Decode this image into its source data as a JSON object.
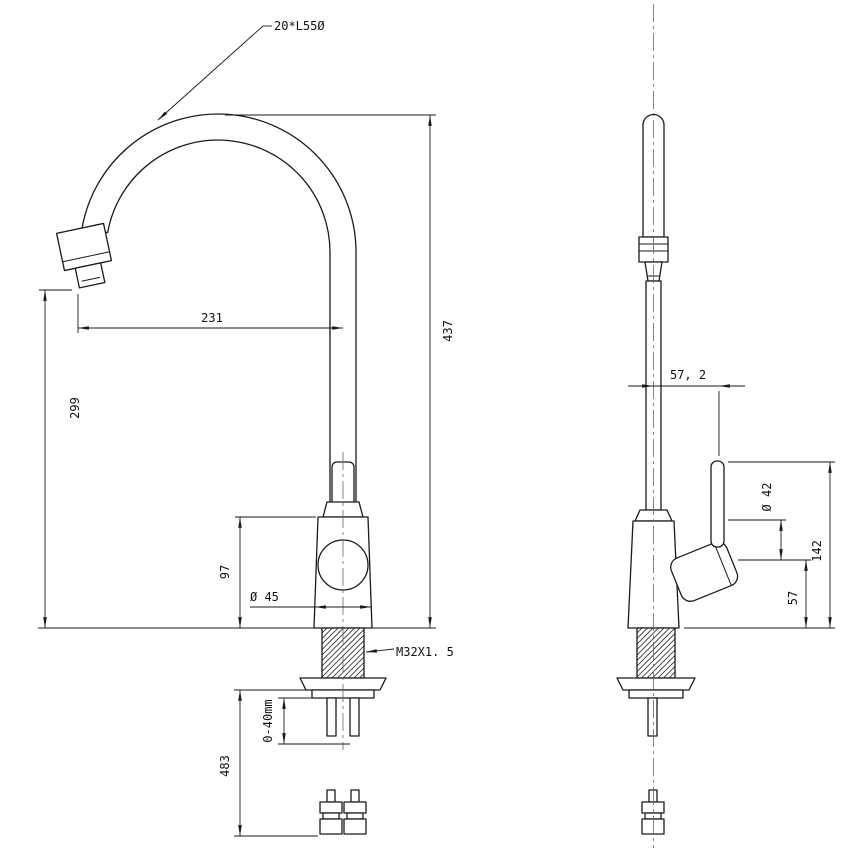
{
  "drawing": {
    "background": "#ffffff",
    "line_color": "#1a1a1a"
  },
  "callout": {
    "spout_spec": "20*L55Ø"
  },
  "left_view": {
    "reach": "231",
    "outlet_height": "299",
    "total_height": "437",
    "body_height": "97",
    "body_diameter": "Ø 45",
    "thread_spec": "M32X1. 5",
    "deck_thickness": "0-40mm",
    "hose_length": "483"
  },
  "right_view": {
    "handle_offset": "57, 2",
    "base_diameter": "Ø 42",
    "handle_height": "142",
    "base_height": "57"
  }
}
